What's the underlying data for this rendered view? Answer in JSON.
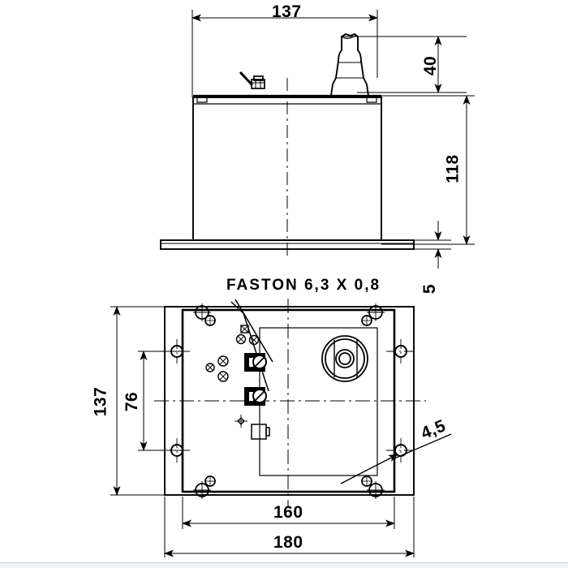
{
  "drawing": {
    "type": "technical-drawing",
    "title": "",
    "views": [
      {
        "name": "elevation-view",
        "label": "front elevation"
      },
      {
        "name": "plan-view",
        "label": "bottom plan"
      }
    ]
  },
  "annotations": {
    "faston_note": "FASTON 6,3 X 0,8"
  },
  "dimensions": {
    "width_top": "137",
    "height_cap": "40",
    "height_body": "118",
    "flange_thickness": "5",
    "height_plan": "137",
    "hole_spacing_vertical": "76",
    "hole_diameter": "4,5",
    "hole_spacing_horizontal": "160",
    "overall_width": "180"
  },
  "colors": {
    "line": "#000000",
    "background": "#ffffff",
    "thin": "#1a1a1a"
  }
}
